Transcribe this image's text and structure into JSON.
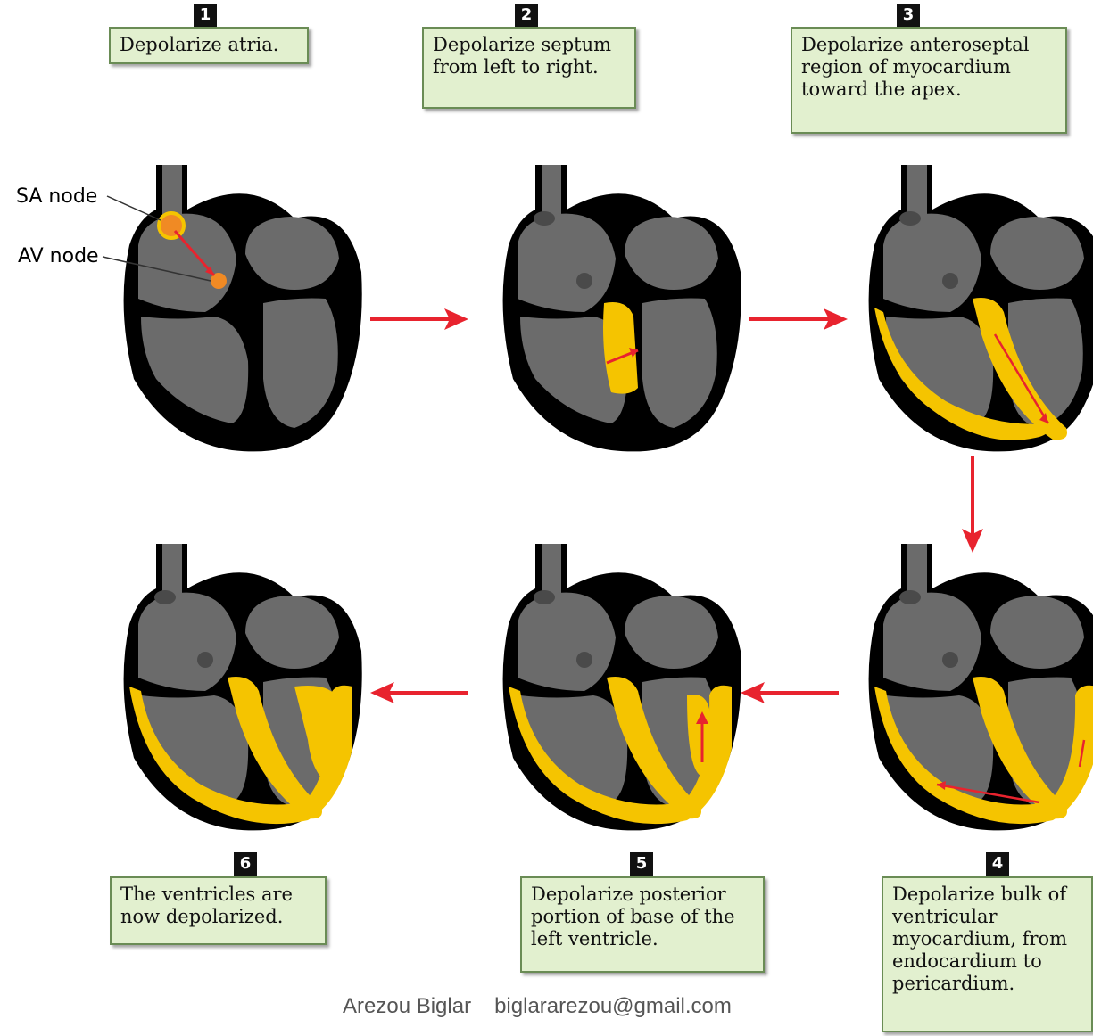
{
  "steps": [
    {
      "number": "1",
      "lines": [
        "Depolarize atria."
      ]
    },
    {
      "number": "2",
      "lines": [
        "Depolarize septum",
        "from left to right."
      ]
    },
    {
      "number": "3",
      "lines": [
        "Depolarize anteroseptal",
        "region of myocardium",
        "toward the apex."
      ]
    },
    {
      "number": "4",
      "lines": [
        "Depolarize bulk of",
        "ventricular",
        "myocardium, from",
        "endocardium to",
        "pericardium."
      ]
    },
    {
      "number": "5",
      "lines": [
        "Depolarize posterior",
        "portion of base of the",
        "left ventricle."
      ]
    },
    {
      "number": "6",
      "lines": [
        "The ventricles are",
        "now depolarized."
      ]
    }
  ],
  "labels": {
    "sa_node": "SA node",
    "av_node": "AV node"
  },
  "credit": {
    "name": "Arezou Biglar",
    "email": "biglararezou@gmail.com"
  },
  "colors": {
    "heart_wall": "#000000",
    "heart_chamber": "#6b6b6b",
    "depolarized": "#f5c400",
    "arrow": "#e8232e",
    "node": "#f08a24",
    "box_fill": "#e2f0cf",
    "box_border": "#6a8c55"
  }
}
